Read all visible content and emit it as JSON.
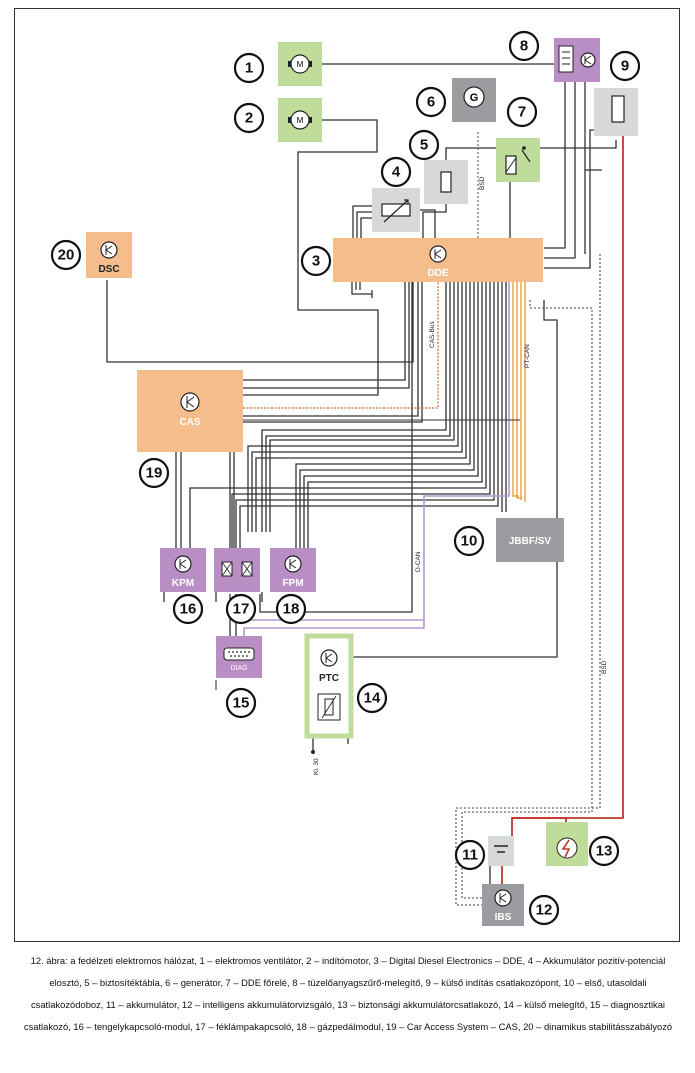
{
  "colors": {
    "orange": "#f6bd8c",
    "green": "#bfdc9b",
    "purple": "#b98ec4",
    "gray": "#d7d8da",
    "darkgray": "#9b9c9f",
    "red": "#c0392b",
    "canOrange": "#e8a33d",
    "dcanPurple": "#b49ad0"
  },
  "modules": {
    "dde": "DDE",
    "cas": "CAS",
    "dsc": "DSC",
    "kpm": "KPM",
    "fpm": "FPM",
    "ptc": "PTC",
    "ibs": "IBS",
    "jbbf": "JBBF/SV",
    "diag": "DIAG",
    "gen": "G"
  },
  "bus_labels": {
    "cas_bus": "CAS-Bus",
    "pt_can": "PT-CAN",
    "d_can": "D-CAN",
    "bsd_top": "BSD",
    "bsd_right": "BSD",
    "kl30": "Kl. 30"
  },
  "numbers": [
    "1",
    "2",
    "3",
    "4",
    "5",
    "6",
    "7",
    "8",
    "9",
    "10",
    "11",
    "12",
    "13",
    "14",
    "15",
    "16",
    "17",
    "18",
    "19",
    "20"
  ],
  "caption": "12. ábra: a fedélzeti elektromos hálózat, 1 – elektromos ventilátor, 2 – indítómotor, 3 – Digital Diesel Electronics – DDE, 4 – Akkumulátor pozitív-potenciál elosztó, 5 – biztosítéktábla, 6 – generátor, 7 – DDE főrelé, 8 – tüzelőanyagszűrő-melegítő, 9 – külső indítás csatlakozópont, 10 – első, utasoldali csatlakozódoboz, 11 – akkumulátor, 12 – intelligens akkumulátorvizsgáló, 13 – biztonsági akkumulátorcsatlakozó, 14 – külső melegítő, 15 – diagnosztikai csatlakozó, 16 – tengelykapcsoló-modul, 17 – féklámpakapcsoló, 18 – gázpedálmodul, 19 – Car Access System – CAS, 20 – dinamikus stabilitásszabályozó"
}
